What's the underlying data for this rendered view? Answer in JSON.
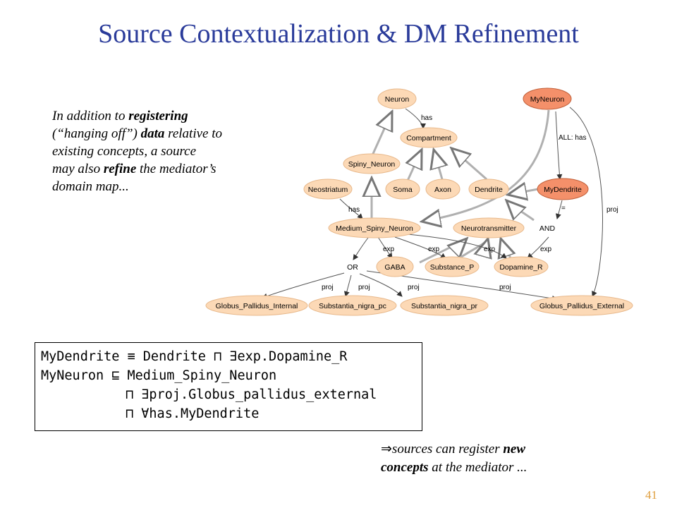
{
  "slide": {
    "title": "Source Contextualization & DM Refinement",
    "page_number": "41"
  },
  "intro": {
    "l1a": "In addition to ",
    "l1b": "registering",
    "l2a": " (“hanging off”) ",
    "l2b": "data",
    "l2c": " relative to",
    "l3": "existing concepts, a source",
    "l4a": "may also ",
    "l4b": "refine",
    "l4c": " the mediator’s",
    "l5": "domain map..."
  },
  "graph": {
    "colors": {
      "node_fill": "#fcd9b6",
      "highlight_fill": "#f4906a",
      "edge": "#b0b0b0",
      "edge_dark": "#555555"
    },
    "nodes": {
      "neuron": "Neuron",
      "myneuron": "MyNeuron",
      "compartment": "Compartment",
      "spiny": "Spiny_Neuron",
      "neostriatum": "Neostriatum",
      "soma": "Soma",
      "axon": "Axon",
      "dendrite": "Dendrite",
      "mydendrite": "MyDendrite",
      "msn": "Medium_Spiny_Neuron",
      "neurotransmitter": "Neurotransmitter",
      "and": "AND",
      "or": "OR",
      "gaba": "GABA",
      "substance_p": "Substance_P",
      "dopamine_r": "Dopamine_R",
      "gpi": "Globus_Pallidus_Internal",
      "snpc": "Substantia_nigra_pc",
      "snpr": "Substantia_nigra_pr",
      "gpe": "Globus_Pallidus_External"
    },
    "edge_labels": {
      "has1": "has",
      "allhas": "ALL: has",
      "has2": "has",
      "eq": "=",
      "proj_right": "proj",
      "exp1": "exp",
      "exp2": "exp",
      "exp3": "exp",
      "exp4": "exp",
      "proj1": "proj",
      "proj2": "proj",
      "proj3": "proj",
      "proj4": "proj"
    }
  },
  "formula": {
    "line1": "MyDendrite ≡ Dendrite ⊓ ∃exp.Dopamine_R",
    "line2": "MyNeuron ⊑ Medium_Spiny_Neuron",
    "line3": "⊓ ∃proj.Globus_pallidus_external",
    "line4": "⊓ ∀has.MyDendrite"
  },
  "conclusion": {
    "arrow": "⇒",
    "l1a": "sources can register ",
    "l1b": "new",
    "l2a": "concepts",
    "l2b": " at the mediator ..."
  }
}
